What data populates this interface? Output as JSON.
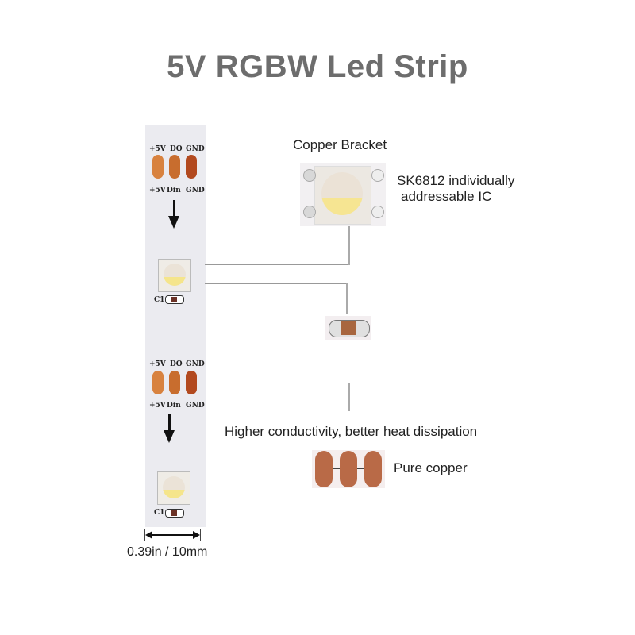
{
  "title": "5V RGBW Led Strip",
  "strip": {
    "segment_top": {
      "out_labels": [
        "+5V",
        "DO",
        "GND"
      ],
      "in_labels": [
        "+5V",
        "Din",
        "GND"
      ]
    },
    "segment_bottom": {
      "out_labels": [
        "+5V",
        "DO",
        "GND"
      ],
      "in_labels": [
        "+5V",
        "Din",
        "GND"
      ]
    },
    "capacitor_label": "C1",
    "width_label": "0.39in / 10mm"
  },
  "callouts": {
    "copper_bracket": "Copper Bracket",
    "ic_line1": "SK6812 individually",
    "ic_line2": "addressable IC",
    "heat": "Higher conductivity, better heat dissipation",
    "pure_copper": "Pure copper"
  },
  "colors": {
    "title": "#6d6d6d",
    "pad_light": "#d8823f",
    "pad_mid": "#c86d2e",
    "pad_dark": "#b2491f",
    "copper": "#b96a47"
  }
}
